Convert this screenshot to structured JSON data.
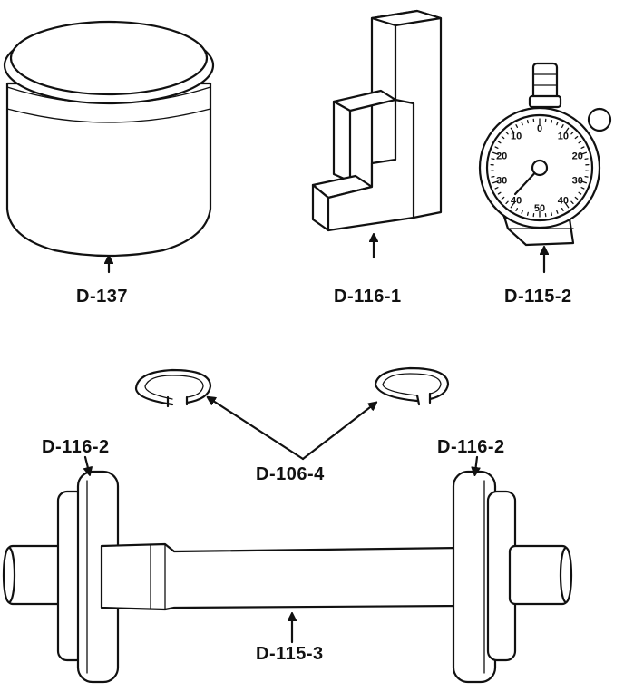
{
  "parts": {
    "cup": {
      "label": "D-137"
    },
    "step_block": {
      "label": "D-116-1"
    },
    "dial_gauge": {
      "label": "D-115-2",
      "dial_numbers": [
        "0",
        "10",
        "20",
        "30",
        "40",
        "50",
        "40",
        "30",
        "20",
        "10"
      ]
    },
    "snap_rings": {
      "label": "D-106-4"
    },
    "left_bearing": {
      "label": "D-116-2"
    },
    "right_bearing": {
      "label": "D-116-2"
    },
    "shaft": {
      "label": "D-115-3"
    }
  }
}
